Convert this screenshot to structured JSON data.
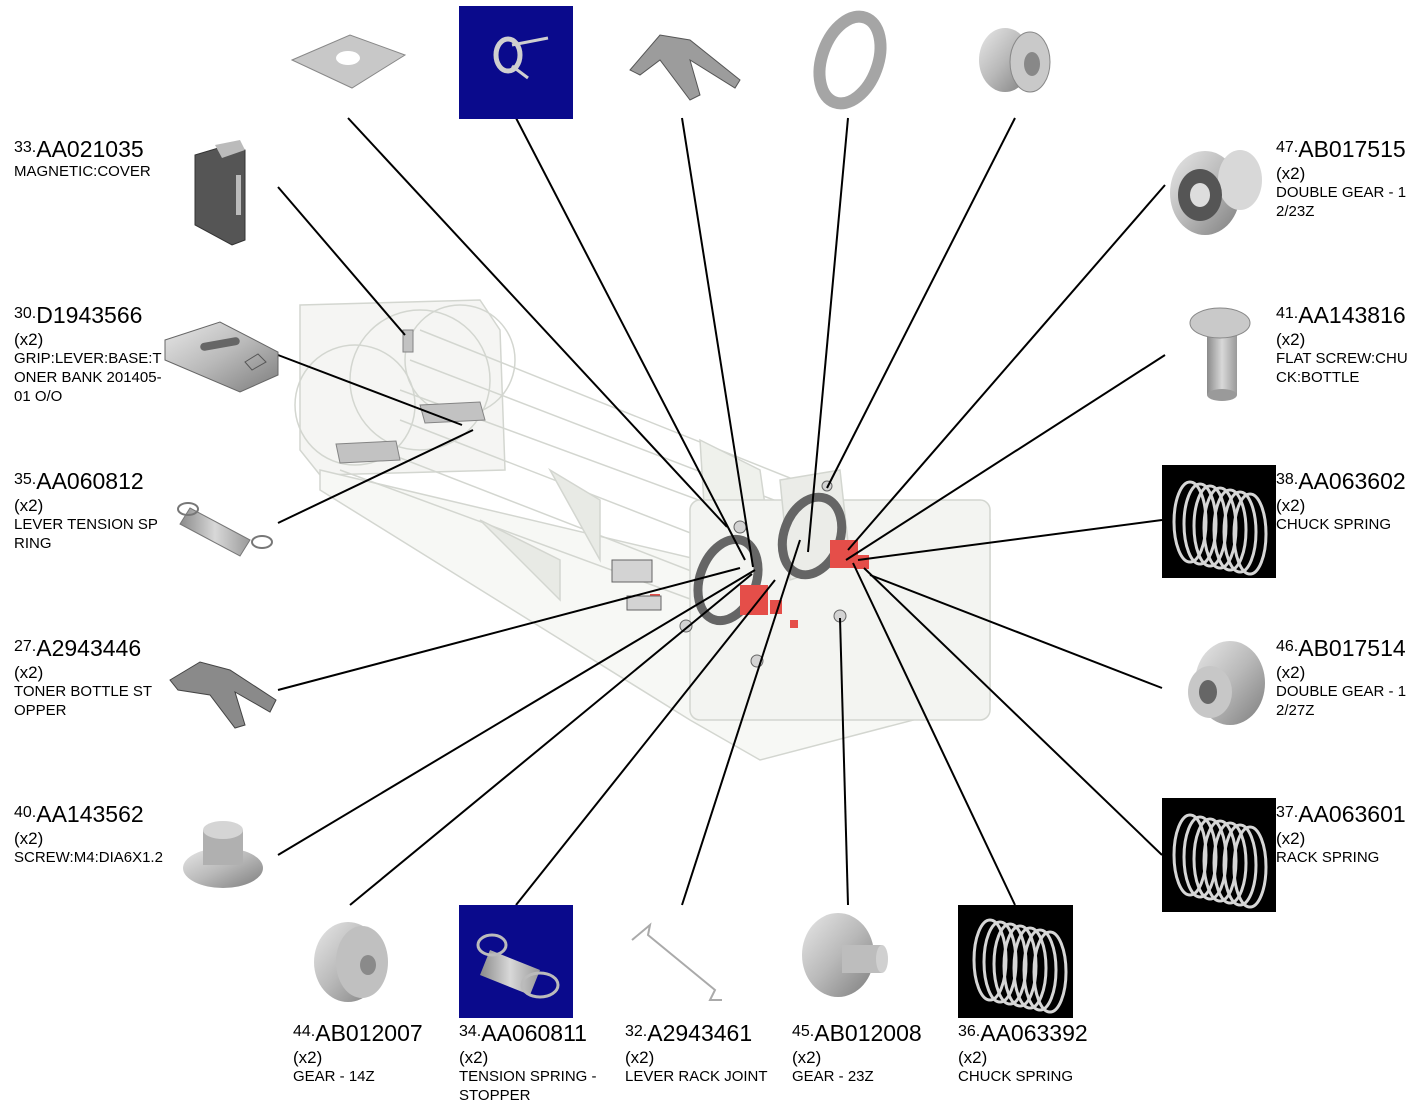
{
  "parts": [
    {
      "key": "p33",
      "idx": "33.",
      "pn": "AA021035",
      "qty": "",
      "desc": "MAGNETIC:COVER",
      "icon": "magnetic-cover-icon"
    },
    {
      "key": "p30",
      "idx": "30.",
      "pn": "D1943566",
      "qty": "(x2)",
      "desc": "GRIP:LEVER:BASE:TONER BANK 201405-01 O/O",
      "icon": "grip-lever-base-icon"
    },
    {
      "key": "p35",
      "idx": "35.",
      "pn": "AA060812",
      "qty": "(x2)",
      "desc": "LEVER TENSION SPRING",
      "icon": "tension-spring-icon"
    },
    {
      "key": "p27",
      "idx": "27.",
      "pn": "A2943446",
      "qty": "(x2)",
      "desc": "TONER BOTTLE STOPPER",
      "icon": "bottle-stopper-icon"
    },
    {
      "key": "p40",
      "idx": "40.",
      "pn": "AA143562",
      "qty": "(x2)",
      "desc": "SCREW:M4:DIA6X1.2",
      "icon": "screw-icon"
    },
    {
      "key": "p44",
      "idx": "44.",
      "pn": "AB012007",
      "qty": "(x2)",
      "desc": "GEAR - 14Z",
      "icon": "gear-14z-icon"
    },
    {
      "key": "p34",
      "idx": "34.",
      "pn": "AA060811",
      "qty": "(x2)",
      "desc": "TENSION SPRING - STOPPER",
      "icon": "tension-spring-stopper-icon"
    },
    {
      "key": "p32",
      "idx": "32.",
      "pn": "A2943461",
      "qty": "(x2)",
      "desc": "LEVER RACK JOINT",
      "icon": "lever-rack-joint-icon"
    },
    {
      "key": "p45",
      "idx": "45.",
      "pn": "AB012008",
      "qty": "(x2)",
      "desc": "GEAR - 23Z",
      "icon": "gear-23z-icon"
    },
    {
      "key": "p36",
      "idx": "36.",
      "pn": "AA063392",
      "qty": "(x2)",
      "desc": "CHUCK SPRING",
      "icon": "chuck-spring-icon"
    },
    {
      "key": "p47",
      "idx": "47.",
      "pn": "AB017515",
      "qty": "(x2)",
      "desc": "DOUBLE GEAR - 12/23Z",
      "icon": "double-gear-icon"
    },
    {
      "key": "p41",
      "idx": "41.",
      "pn": "AA143816",
      "qty": "(x2)",
      "desc": "FLAT SCREW:CHUCK:BOTTLE",
      "icon": "flat-screw-icon"
    },
    {
      "key": "p38",
      "idx": "38.",
      "pn": "AA063602",
      "qty": "(x2)",
      "desc": "CHUCK SPRING",
      "icon": "chuck-spring-icon"
    },
    {
      "key": "p46",
      "idx": "46.",
      "pn": "AB017514",
      "qty": "(x2)",
      "desc": "DOUBLE GEAR - 12/27Z",
      "icon": "double-gear-icon"
    },
    {
      "key": "p37",
      "idx": "37.",
      "pn": "AA063601",
      "qty": "(x2)",
      "desc": "RACK SPRING",
      "icon": "rack-spring-icon"
    }
  ],
  "unlabeled_thumbs": [
    "bracket-plate-icon",
    "torsion-spring-icon",
    "stopper-arm-icon",
    "ring-washer-icon",
    "bushing-icon"
  ],
  "colors": {
    "highlight": "#e33b36",
    "blue_bg": "#0a0a8c",
    "line": "#000000",
    "ghost": "#d9dcd6"
  }
}
